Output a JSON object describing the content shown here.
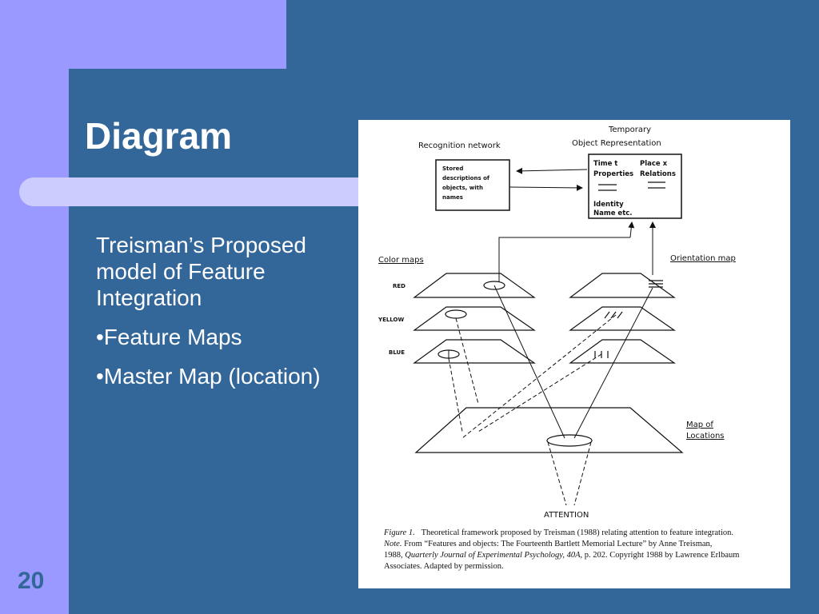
{
  "slide": {
    "title": "Diagram",
    "page_number": "20",
    "body": {
      "line1": "Treisman’s Proposed model of Feature Integration",
      "bullet1": "•Feature Maps",
      "bullet2": "•Master Map (location)"
    }
  },
  "figure": {
    "recognition_network": "Recognition network",
    "temporary_label_1": "Temporary",
    "temporary_label_2": "Object Representation",
    "stored_lines": [
      "Stored",
      "descriptions of",
      "objects, with",
      "names"
    ],
    "time_t": "Time t",
    "place_x": "Place x",
    "properties": "Properties",
    "relations": "Relations",
    "identity": "Identity",
    "name_etc": "Name etc.",
    "color_maps": "Color maps",
    "orientation_map": "Orientation map",
    "red": "RED",
    "yellow": "YELLOW",
    "blue": "BLUE",
    "map_of": "Map of",
    "locations": "Locations",
    "attention": "ATTENTION",
    "caption": {
      "fig_label": "Figure 1.",
      "line1": "Theoretical framework proposed by Treisman (1988) relating attention to feature integration.",
      "note_label": "Note.",
      "line2": "From “Features and objects: The Fourteenth Bartlett Memorial Lecture” by Anne Treisman,",
      "line3a": "1988,",
      "journal": "Quarterly Journal of Experimental Psychology, 40A,",
      "line3b": "p. 202. Copyright 1988 by Lawrence Erlbaum",
      "line4": "Associates. Adapted by permission."
    }
  }
}
